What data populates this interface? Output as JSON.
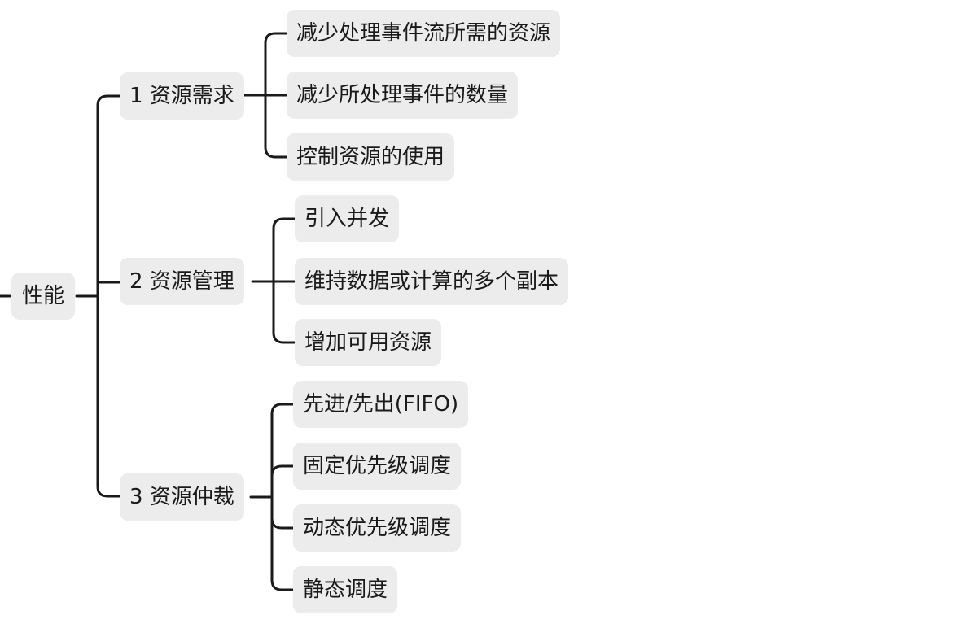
{
  "mindmap": {
    "root": {
      "label": "性能"
    },
    "branches": [
      {
        "label": "1 资源需求",
        "children": [
          "减少处理事件流所需的资源",
          "减少所处理事件的数量",
          "控制资源的使用"
        ]
      },
      {
        "label": "2 资源管理",
        "children": [
          "引入并发",
          "维持数据或计算的多个副本",
          "增加可用资源"
        ]
      },
      {
        "label": "3 资源仲裁",
        "children": [
          "先进/先出(FIFO)",
          "固定优先级调度",
          "动态优先级调度",
          "静态调度"
        ]
      }
    ]
  },
  "colors": {
    "node_fill": "#ececec",
    "line": "#1a1a1a",
    "text": "#1a1a1a"
  }
}
